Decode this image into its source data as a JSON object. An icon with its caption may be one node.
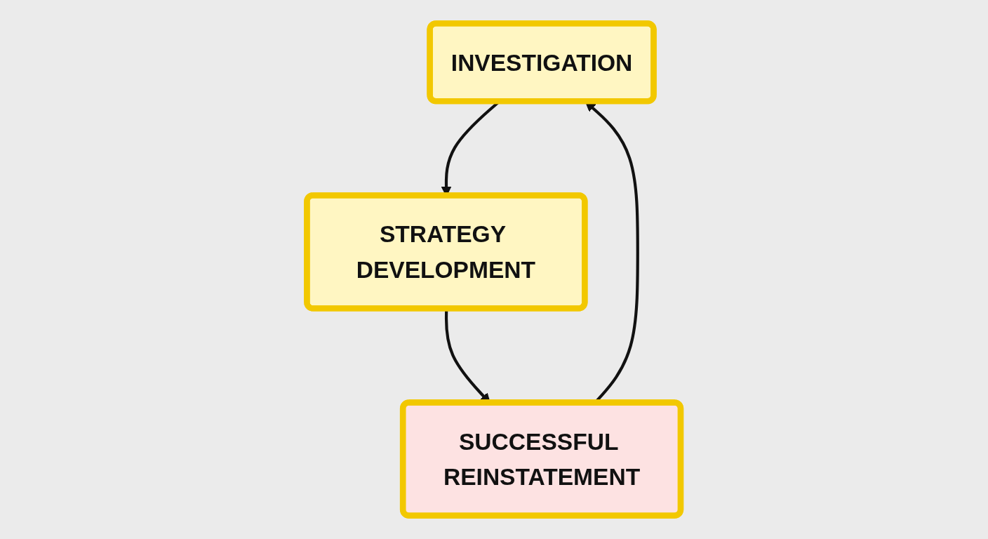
{
  "diagram": {
    "nodes": [
      {
        "text": [
          "INVESTIGATION"
        ]
      },
      {
        "text": [
          "STRATEGY DEVELOPMENT"
        ]
      },
      {
        "text": [
          "SUCCESSFUL REINSTATEMENT"
        ]
      }
    ],
    "edges": [
      {
        "from": 0,
        "to": 1,
        "arrow": "to"
      },
      {
        "from": 1,
        "to": 2,
        "arrow": "to"
      },
      {
        "from": 2,
        "to": 0,
        "arrow": "to"
      }
    ]
  }
}
